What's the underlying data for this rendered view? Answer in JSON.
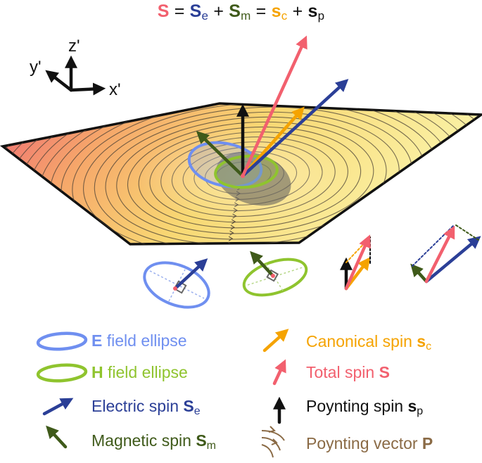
{
  "equation": {
    "S": "S",
    "eq1": " = ",
    "Se": "S",
    "Se_sub": "e",
    "plus1": " + ",
    "Sm": "S",
    "Sm_sub": "m",
    "eq2": " = ",
    "sc": "s",
    "sc_sub": "c",
    "plus2": " + ",
    "sp": "s",
    "sp_sub": "p"
  },
  "axes": {
    "x": "x'",
    "y": "y'",
    "z": "z'"
  },
  "legend_left": [
    {
      "bold": "E",
      "text": " field ellipse",
      "color": "#6f8ff0",
      "icon": "blue-ellipse-icon"
    },
    {
      "bold": "H",
      "text": " field ellipse",
      "color": "#8fc42e",
      "icon": "green-ellipse-icon"
    },
    {
      "text": "Electric spin ",
      "bold": "S",
      "sub": "e",
      "color": "#2b3f97",
      "icon": "electric-spin-arrow-icon"
    },
    {
      "text": "Magnetic spin ",
      "bold": "S",
      "sub": "m",
      "color": "#3f5a1a",
      "icon": "magnetic-spin-arrow-icon"
    }
  ],
  "legend_right": [
    {
      "text": "Canonical spin ",
      "bold": "s",
      "sub": "c",
      "color": "#f5a300",
      "icon": "canonical-spin-arrow-icon"
    },
    {
      "text": "Total spin ",
      "bold": "S",
      "sub": "",
      "color": "#f2606e",
      "icon": "total-spin-arrow-icon"
    },
    {
      "text": "Poynting spin ",
      "bold": "s",
      "sub": "p",
      "color": "#111111",
      "icon": "poynting-spin-arrow-icon"
    },
    {
      "text": "Poynting vector ",
      "bold": "P",
      "sub": "",
      "color": "#8a6a45",
      "icon": "poynting-vector-icon"
    }
  ],
  "colors": {
    "total": "#f2606e",
    "electric": "#2b3f97",
    "magnetic": "#3f5a1a",
    "canonical": "#f5a300",
    "poynting_spin": "#111111",
    "e_ellipse": "#6f8ff0",
    "h_ellipse": "#8fc42e",
    "poynting_vector": "#8a6a45"
  }
}
